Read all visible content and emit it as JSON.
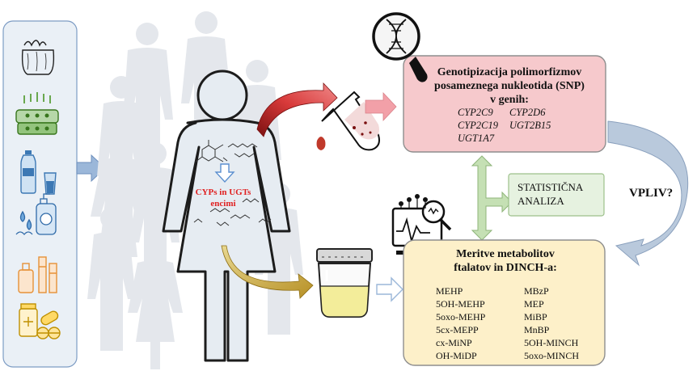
{
  "genotyping": {
    "title_lines": [
      "Genotipizacija polimorfizmov",
      "posameznega nukleotida (SNP)",
      "v genih:"
    ],
    "genes_left": [
      "CYP2C9",
      "CYP2C19",
      "UGT1A7"
    ],
    "genes_right": [
      "CYP2D6",
      "UGT2B15"
    ]
  },
  "statistics": {
    "lines": [
      "STATISTIČNA",
      "ANALIZA"
    ]
  },
  "impact": {
    "label": "VPLIV?"
  },
  "enzymes": {
    "lines": [
      "CYPs in UGTs",
      "encimi"
    ]
  },
  "metabolites": {
    "title_lines": [
      "Meritve metabolitov",
      "ftalatov in DINCH-a:"
    ],
    "left": [
      "MEHP",
      "5OH-MEHP",
      "5oxo-MEHP",
      "5cx-MEPP",
      "cx-MiNP",
      "OH-MiDP"
    ],
    "right": [
      "MBzP",
      "MEP",
      "MiBP",
      "MnBP",
      "5OH-MINCH",
      "5oxo-MINCH"
    ]
  },
  "colors": {
    "genotyping_box": "#f6c9cc",
    "metabolites_box": "#fdf0c9",
    "statistics_box": "#e6f2e0",
    "exposure_panel": "#eaf0f6",
    "arrow_blue": "#9bb7d9",
    "arrow_pink": "#f2a0a8",
    "arrow_green": "#c5e0b4",
    "person_light": "#e4e7ec",
    "person_main": "#e6ecf2",
    "enzyme_text": "#e02020"
  }
}
